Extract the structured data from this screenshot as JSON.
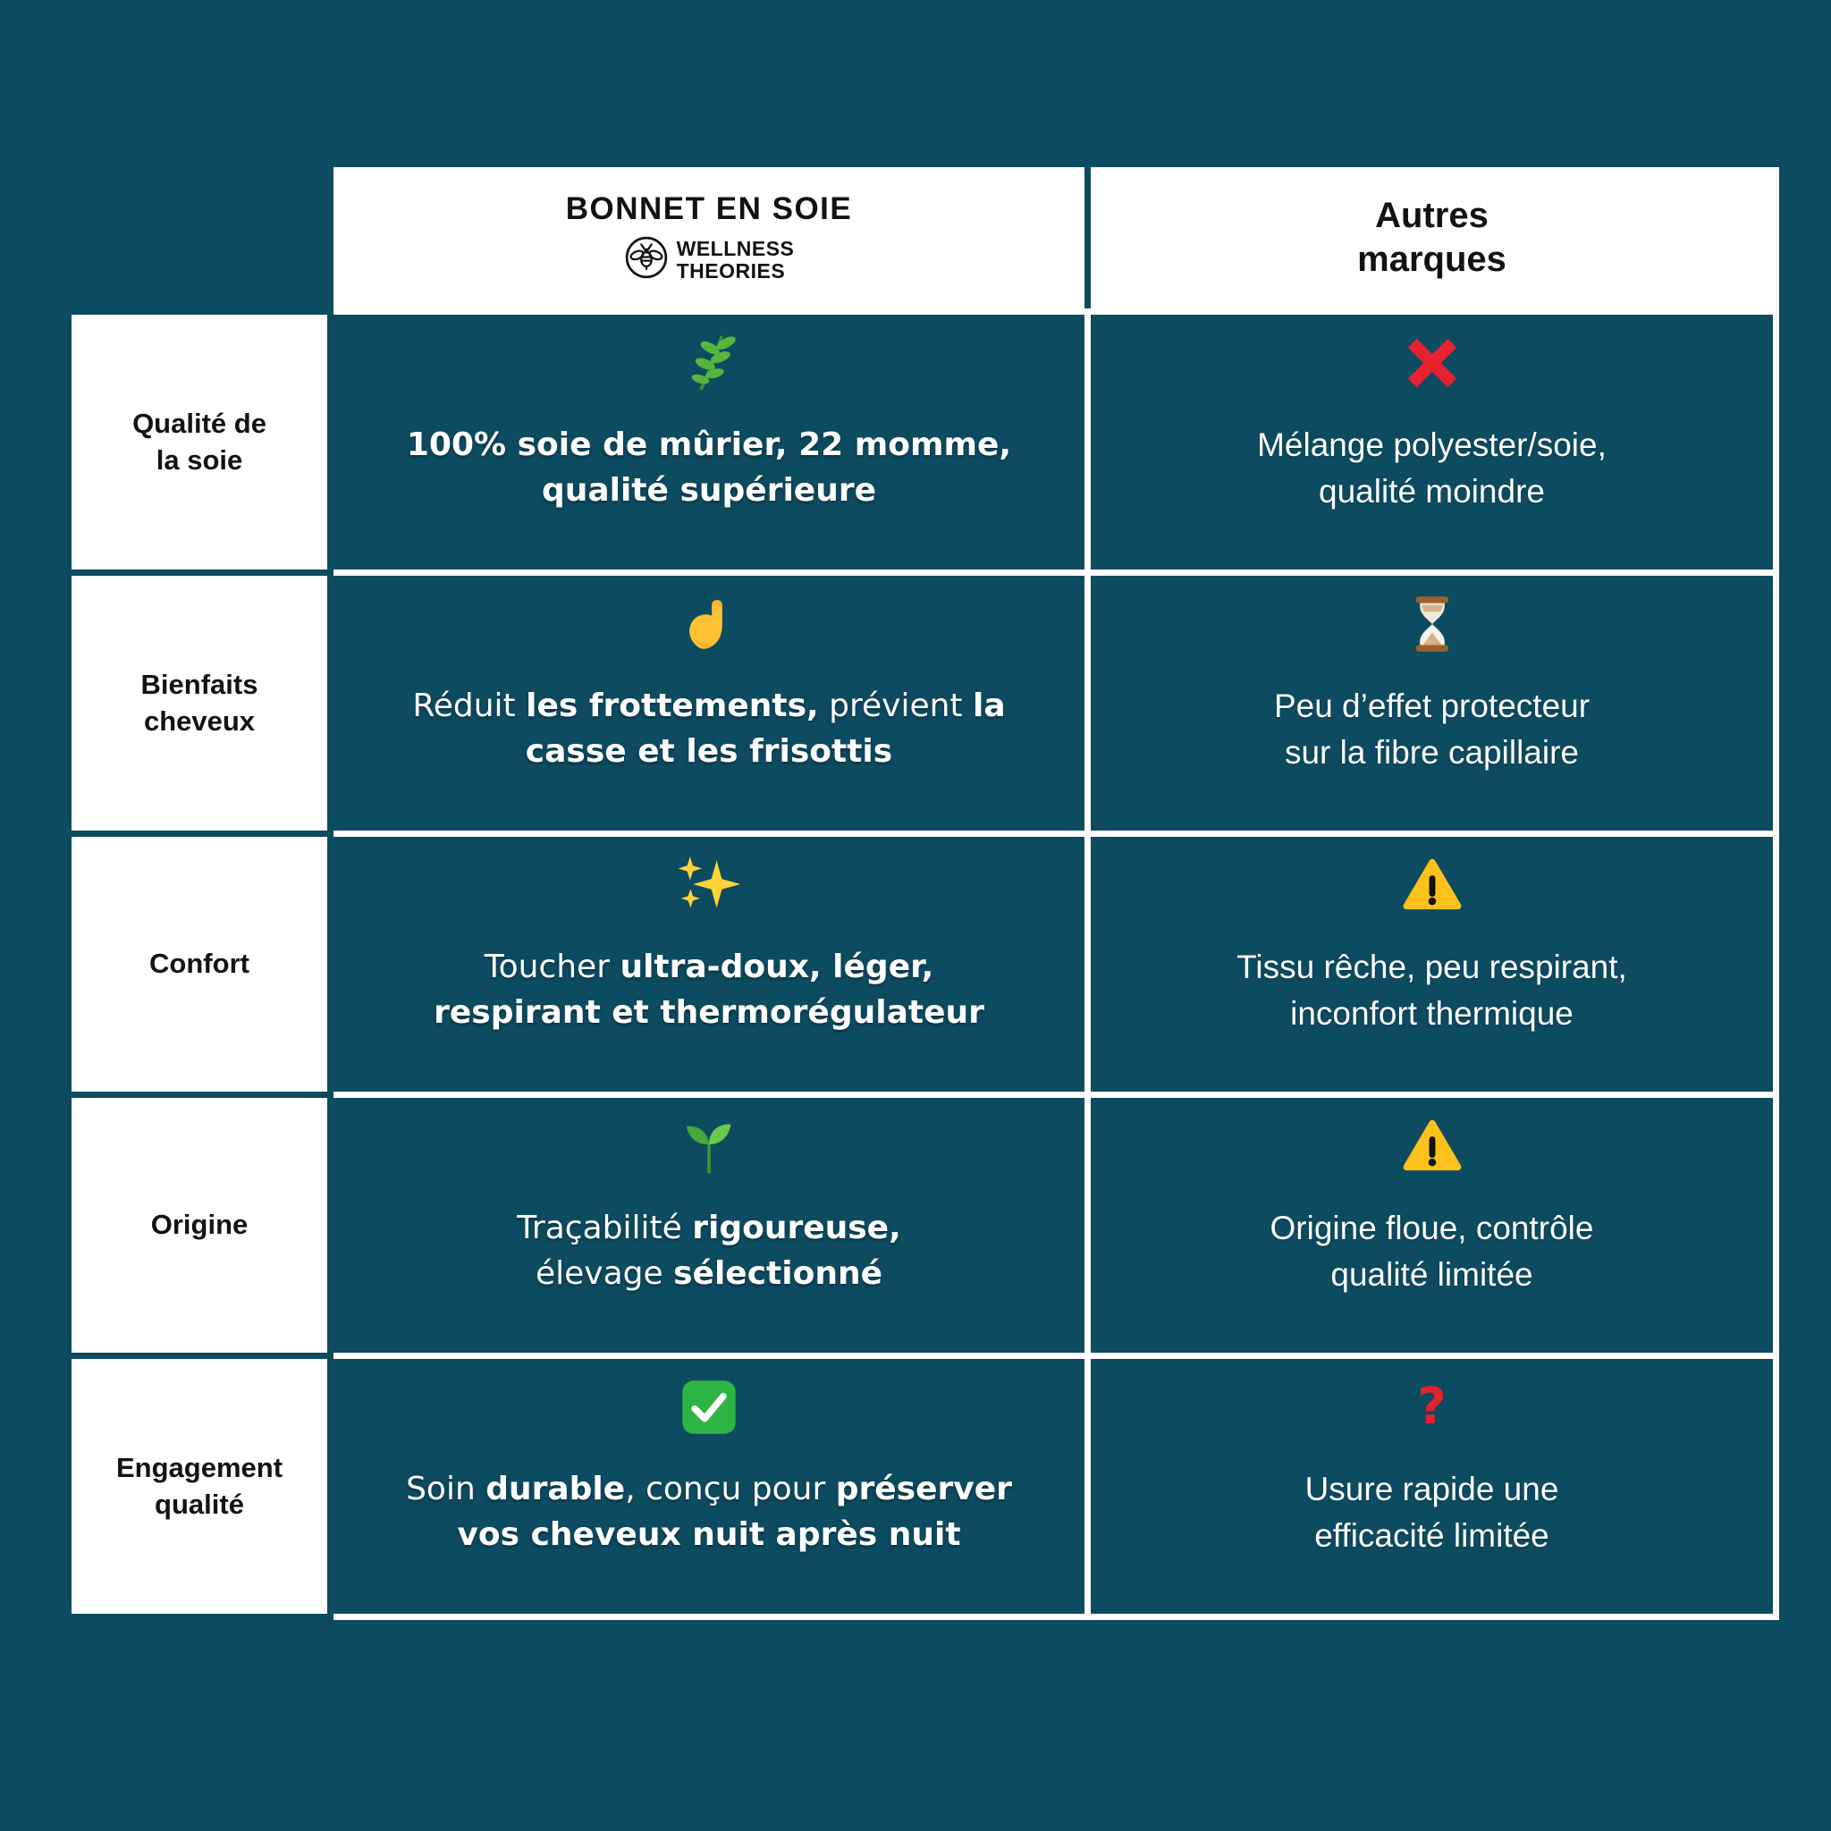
{
  "colors": {
    "background_teal": "#0D4B61",
    "cell_teal": "#0D4B61",
    "panel_white": "#FFFFFF",
    "label_text": "#121212",
    "content_text": "#FFFFFF",
    "cross_red": "#E8212E",
    "question_red": "#E8212E",
    "warning_yellow": "#FCC21B",
    "check_green": "#2DB543",
    "herb_green": "#55B53C",
    "seedling_green": "#47A839",
    "biceps_yellow": "#FEC133",
    "sparkles_gold": "#FDD335",
    "hourglass_brown": "#9C5F2E"
  },
  "table": {
    "header": {
      "brand": {
        "title": "BONNET EN SOIE",
        "logo_icon": "bee-logo-icon",
        "logo_line1": "WELLNESS",
        "logo_line2": "THEORIES"
      },
      "others": {
        "title": "Autres\nmarques"
      }
    },
    "rows": [
      {
        "label": "Qualité de\nla soie",
        "brand": {
          "icon": "herb-icon",
          "segments": [
            {
              "text": "100% soie de mûrier, 22 momme,\nqualité supérieure",
              "bold": true
            }
          ]
        },
        "others": {
          "icon": "cross-mark-icon",
          "segments": [
            {
              "text": "Mélange polyester/soie,\nqualité moindre",
              "bold": false
            }
          ]
        }
      },
      {
        "label": "Bienfaits\ncheveux",
        "brand": {
          "icon": "flexed-biceps-icon",
          "segments": [
            {
              "text": "Réduit ",
              "bold": false
            },
            {
              "text": "les frottements,",
              "bold": true
            },
            {
              "text": " prévient ",
              "bold": false
            },
            {
              "text": "la\ncasse et les frisottis",
              "bold": true
            }
          ]
        },
        "others": {
          "icon": "hourglass-icon",
          "segments": [
            {
              "text": "Peu d’effet protecteur\nsur la fibre capillaire",
              "bold": false
            }
          ]
        }
      },
      {
        "label": "Confort",
        "brand": {
          "icon": "sparkles-icon",
          "segments": [
            {
              "text": "Toucher ",
              "bold": false
            },
            {
              "text": "ultra-doux, léger,\nrespirant et thermorégulateur",
              "bold": true
            }
          ]
        },
        "others": {
          "icon": "warning-icon",
          "segments": [
            {
              "text": "Tissu rêche, peu respirant,\ninconfort thermique",
              "bold": false
            }
          ]
        }
      },
      {
        "label": "Origine",
        "brand": {
          "icon": "seedling-icon",
          "segments": [
            {
              "text": "Traçabilité ",
              "bold": false
            },
            {
              "text": "rigoureuse,",
              "bold": true
            },
            {
              "text": "\nélevage ",
              "bold": false
            },
            {
              "text": "sélectionné",
              "bold": true
            }
          ]
        },
        "others": {
          "icon": "warning-icon",
          "segments": [
            {
              "text": "Origine floue, contrôle\nqualité limitée",
              "bold": false
            }
          ]
        }
      },
      {
        "label": "Engagement\nqualité",
        "brand": {
          "icon": "check-mark-button-icon",
          "segments": [
            {
              "text": "Soin ",
              "bold": false
            },
            {
              "text": "durable",
              "bold": true
            },
            {
              "text": ", conçu pour ",
              "bold": false
            },
            {
              "text": "préserver\nvos cheveux nuit après nuit",
              "bold": true
            }
          ]
        },
        "others": {
          "icon": "red-question-mark-icon",
          "segments": [
            {
              "text": "Usure rapide une\nefficacité limitée",
              "bold": false
            }
          ]
        }
      }
    ]
  }
}
